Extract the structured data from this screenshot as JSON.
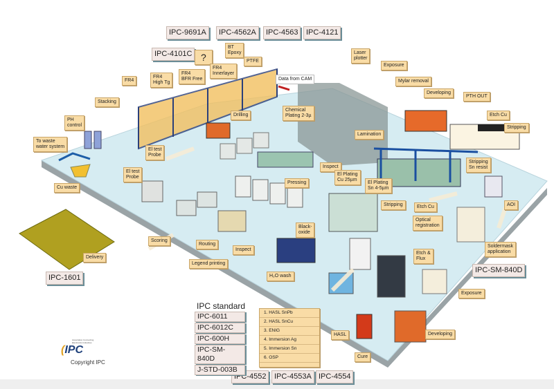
{
  "standards_top": [
    "IPC-9691A",
    "IPC-4562A",
    "IPC-4563",
    "IPC-4121",
    "IPC-4101C"
  ],
  "materials": [
    "?",
    "BT\nEpoxy",
    "PTFE",
    "FR4\nInnerlayer",
    "FR4\nBFR Free",
    "FR4\nHigh Tg",
    "FR4"
  ],
  "data_from_cam": "Data from CAM",
  "process_labels": [
    "Stacking",
    "PH\ncontrol",
    "To waste\nwater system",
    "El test\nProbe",
    "Drilling",
    "Chemical\nPlating 2-3µ",
    "Laser\nplotter",
    "Exposure",
    "Mylar removal",
    "Developing",
    "PTH OUT",
    "Etch Cu",
    "Stripping",
    "Lamination",
    "Inspect",
    "El Plating\nCu 25µm",
    "El Plating\nSn 4-5µm",
    "Stripping\nSn resist",
    "El test\nProbe",
    "Cu waste",
    "Pressing",
    "Stripping",
    "Etch Cu",
    "AOI",
    "Optical\nregistration",
    "Scoring",
    "Routing",
    "Inspect",
    "Legend printing",
    "Black-\noxide",
    "Soldermask\napplication",
    "Etch &\nFlux",
    "H₂O wash",
    "Exposure",
    "Delivery",
    "HASL",
    "Developing",
    "Cure"
  ],
  "standards_side": [
    "IPC-1601",
    "IPC-SM-840D"
  ],
  "ipc_standard": {
    "title": "IPC standard",
    "items": [
      "IPC-6011",
      "IPC-6012C",
      "IPC-600H",
      "IPC-SM-840D",
      "J-STD-003B"
    ]
  },
  "surface_finishes": [
    "1. HASL SnPb",
    "2. HASL SnCu",
    "3. ENIG",
    "4. Immersion Ag",
    "5. Immersion Sn",
    "6. OSP"
  ],
  "standards_bottom": [
    "IPC-4552",
    "IPC-4553A",
    "IPC-4554"
  ],
  "logo": {
    "tagline": "Association Connecting Electronics Industries",
    "mark": "IPC"
  },
  "copyright": "Copyright IPC",
  "colors": {
    "floor": "#d6ecf2",
    "label": "#f9dca6",
    "rack": "#e07a20"
  }
}
